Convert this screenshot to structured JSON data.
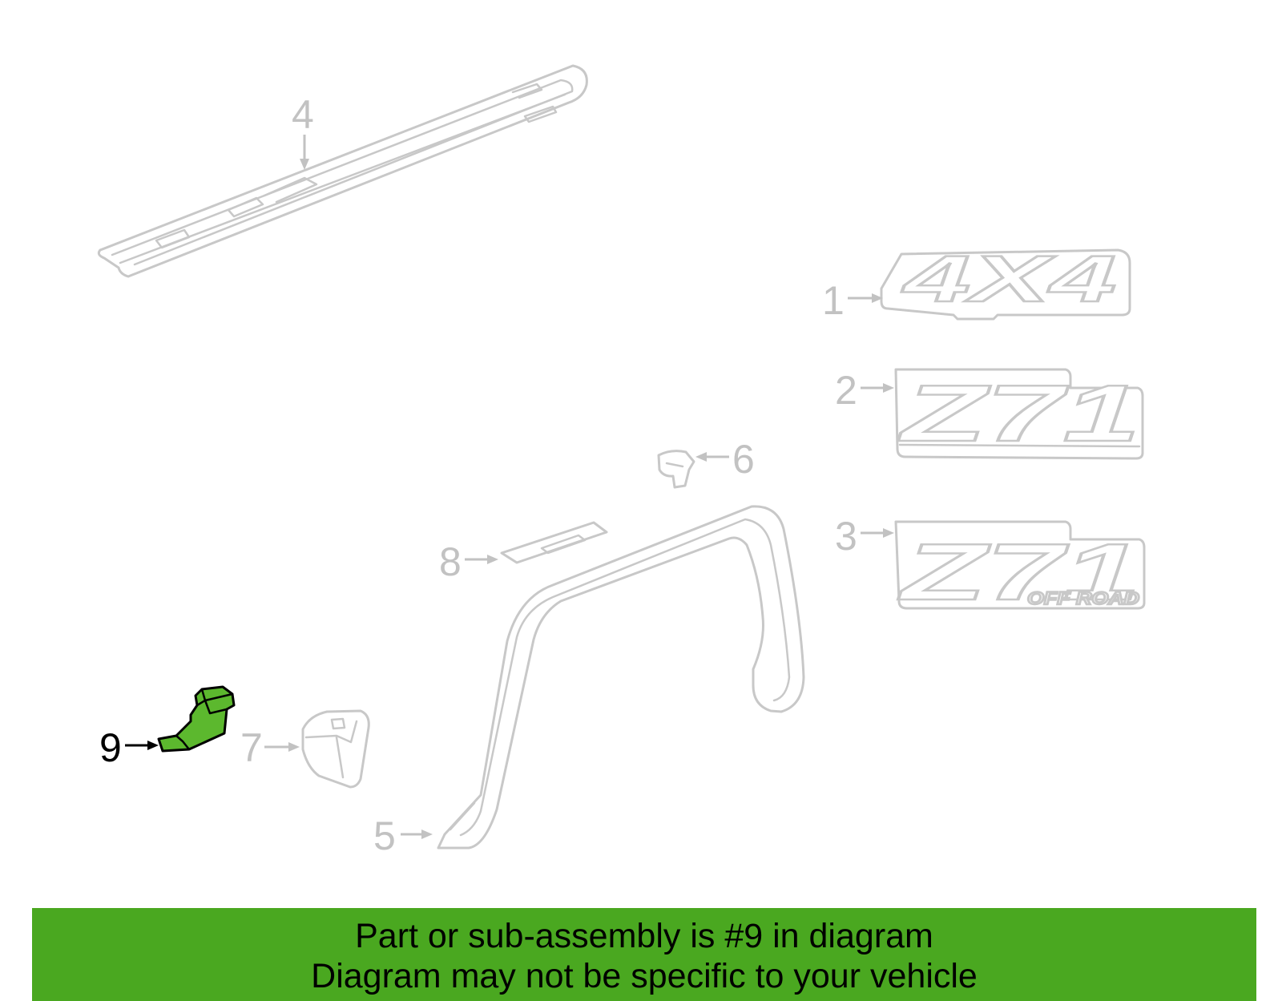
{
  "diagram": {
    "callouts": [
      {
        "id": "1",
        "label": "1"
      },
      {
        "id": "2",
        "label": "2"
      },
      {
        "id": "3",
        "label": "3"
      },
      {
        "id": "4",
        "label": "4"
      },
      {
        "id": "5",
        "label": "5"
      },
      {
        "id": "6",
        "label": "6"
      },
      {
        "id": "7",
        "label": "7"
      },
      {
        "id": "8",
        "label": "8"
      },
      {
        "id": "9",
        "label": "9"
      }
    ],
    "highlighted_part": "9",
    "highlight_color": "#5cb82e",
    "muted_color": "#c2c2c2",
    "emblems": {
      "part1": "4X4",
      "part2": "Z71",
      "part3_main": "Z71",
      "part3_sub": "OFF ROAD"
    }
  },
  "banner": {
    "line1": "Part or sub-assembly is #9 in diagram",
    "line2": "Diagram may not be specific to your vehicle",
    "color": "#4aa820"
  }
}
